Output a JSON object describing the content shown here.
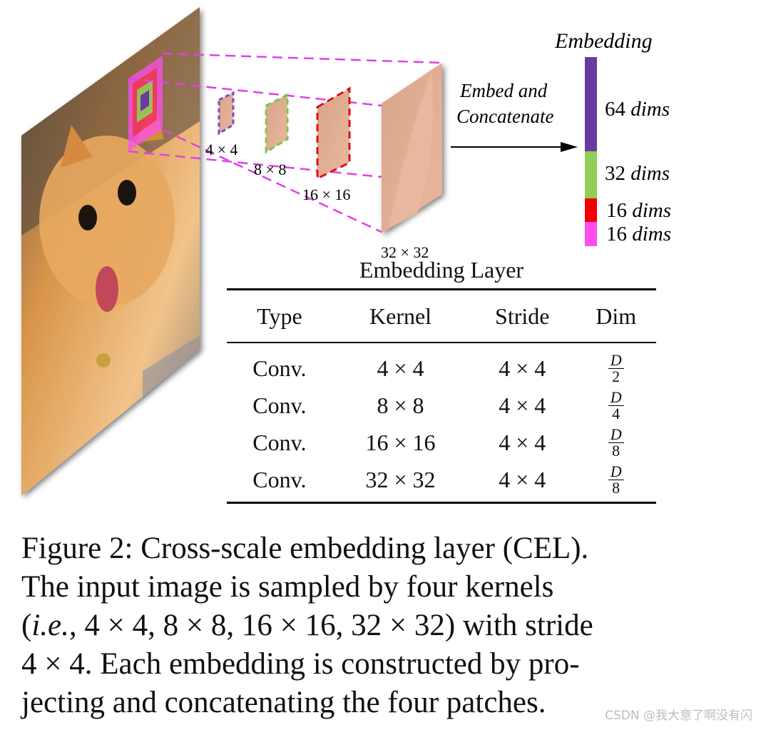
{
  "figure": {
    "embedding_title": "Embedding",
    "arrow_label_line1": "Embed and",
    "arrow_label_line2": "Concatenate",
    "patch_labels": [
      "4 × 4",
      "8 × 8",
      "16 × 16",
      "32 × 32"
    ],
    "dims": [
      {
        "num": "64",
        "unit": "dims",
        "color": "#6a3aa0"
      },
      {
        "num": "32",
        "unit": "dims",
        "color": "#8fcf55"
      },
      {
        "num": "16",
        "unit": "dims",
        "color": "#f00000"
      },
      {
        "num": "16",
        "unit": "dims",
        "color": "#ff4ef0"
      }
    ],
    "colors": {
      "guide_lines": "#e040e8",
      "kernel_purple": "#7a4dbf",
      "kernel_green": "#7fc64a",
      "kernel_red": "#e01010"
    },
    "image_subject": "orange-kitten-photo"
  },
  "table": {
    "title": "Embedding Layer",
    "headers": [
      "Type",
      "Kernel",
      "Stride",
      "Dim"
    ],
    "rows": [
      {
        "type": "Conv.",
        "kernel": "4 × 4",
        "stride": "4 × 4",
        "dim_num": "D",
        "dim_den": "2"
      },
      {
        "type": "Conv.",
        "kernel": "8 × 8",
        "stride": "4 × 4",
        "dim_num": "D",
        "dim_den": "4"
      },
      {
        "type": "Conv.",
        "kernel": "16 × 16",
        "stride": "4 × 4",
        "dim_num": "D",
        "dim_den": "8"
      },
      {
        "type": "Conv.",
        "kernel": "32 × 32",
        "stride": "4 × 4",
        "dim_num": "D",
        "dim_den": "8"
      }
    ]
  },
  "caption": {
    "line1": "Figure 2: Cross-scale embedding layer (CEL).",
    "line2": "The input image is sampled by four kernels",
    "line3a": "(",
    "line3_ie": "i.e.",
    "line3b": ", 4 × 4, 8 × 8, 16 × 16, 32 × 32) with stride",
    "line4": "4 × 4. Each embedding is constructed by pro-",
    "line5": "jecting and concatenating the four patches."
  },
  "watermark": "CSDN @我大意了啊没有闪"
}
